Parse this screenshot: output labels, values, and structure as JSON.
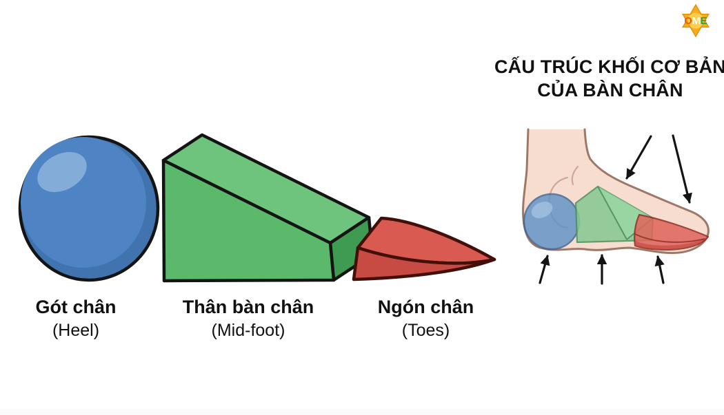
{
  "title": {
    "line1": "CẤU TRÚC KHỐI CƠ BẢN",
    "line2": "CỦA BÀN CHÂN"
  },
  "blocks": [
    {
      "label_vi": "Gót chân",
      "label_en": "(Heel)",
      "shape": "sphere",
      "color": "#4E84C4"
    },
    {
      "label_vi": "Thân bàn chân",
      "label_en": "(Mid-foot)",
      "shape": "wedge",
      "color": "#5BB96B"
    },
    {
      "label_vi": "Ngón chân",
      "label_en": "(Toes)",
      "shape": "curved-wedge",
      "color": "#D0524A"
    }
  ],
  "logo": {
    "l1": "O",
    "l2": "M",
    "l3": "E"
  },
  "colors": {
    "sphere_base": "#4173AE",
    "sphere_body": "#4E84C4",
    "sphere_highlight": "#83ACD8",
    "shape_outline": "#141414",
    "wedge_front": "#5BB96B",
    "wedge_top": "#6EC47C",
    "wedge_side": "#3F9B51",
    "toe_top": "#D95A51",
    "toe_front": "#C74A43",
    "toe_outline": "#431009",
    "foot_skin": "#F6DDD0",
    "foot_outline": "#9E7867",
    "foot_detail": "#C9A491",
    "overlay_ball": "#5F93C8",
    "overlay_ball_highlight": "#A9C6E4",
    "overlay_wedge": "#85C991",
    "overlay_wedge_top": "#9AD6A4",
    "overlay_toe": "#E0655B",
    "overlay_toe_dark": "#BC4038",
    "arrow": "#141414",
    "text": "#111111",
    "logo_star": "#F7AC1E",
    "logo_o": "#E85B0C",
    "logo_m": "#FFFDF5",
    "logo_e": "#2E9E3C"
  }
}
